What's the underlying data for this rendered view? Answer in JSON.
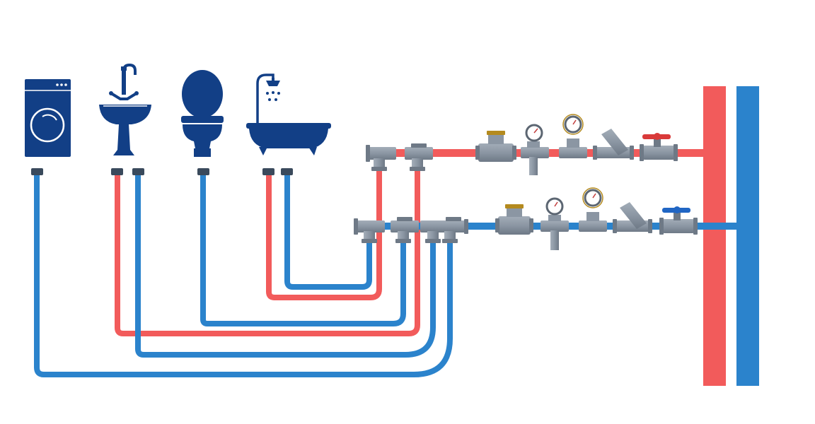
{
  "diagram": {
    "type": "plumbing-schematic",
    "colors": {
      "hot": "#f25b5b",
      "cold": "#2b83cc",
      "fixture": "#123f86",
      "fitting": "#8b96a3",
      "fitting_dark": "#6b7683",
      "gauge_ring": "#b48a1e",
      "valve_hot_handle": "#d93a3a",
      "valve_cold_handle": "#2166c4",
      "background": "#ffffff"
    },
    "fixtures": [
      {
        "name": "washing-machine",
        "icon": "washing-machine-icon",
        "supply": [
          "cold"
        ]
      },
      {
        "name": "sink",
        "icon": "sink-faucet-icon",
        "supply": [
          "hot",
          "cold"
        ]
      },
      {
        "name": "toilet",
        "icon": "toilet-icon",
        "supply": [
          "cold"
        ]
      },
      {
        "name": "bathtub",
        "icon": "bathtub-shower-icon",
        "supply": [
          "hot",
          "cold"
        ]
      }
    ],
    "manifolds": [
      {
        "line": "hot",
        "outlets": 2,
        "components": [
          "tee-fitting",
          "pressure-gauge",
          "pressure-gauge",
          "strainer-filter",
          "shutoff-valve"
        ]
      },
      {
        "line": "cold",
        "outlets": 4,
        "components": [
          "tee-fitting",
          "pressure-gauge",
          "pressure-gauge",
          "strainer-filter",
          "shutoff-valve"
        ]
      }
    ],
    "risers": [
      "hot",
      "cold"
    ]
  }
}
